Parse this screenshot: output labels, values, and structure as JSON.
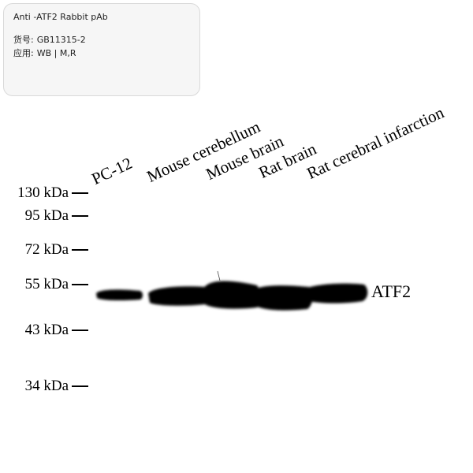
{
  "info": {
    "title": "Anti -ATF2 Rabbit pAb",
    "catalog_label": "货号:",
    "catalog_value": "GB11315-2",
    "application_label": "应用:",
    "application_value": "WB | M,R"
  },
  "lanes": [
    "PC-12",
    "Mouse cerebellum",
    "Mouse brain",
    "Rat brain",
    "Rat cerebral infarction"
  ],
  "markers": [
    "130 kDa",
    "95 kDa",
    "72 kDa",
    "55 kDa",
    "43 kDa",
    "34 kDa"
  ],
  "band_label": "ATF2",
  "colors": {
    "band": "#000000",
    "card_bg": "#f6f6f6",
    "card_border": "#d9d9d9"
  }
}
